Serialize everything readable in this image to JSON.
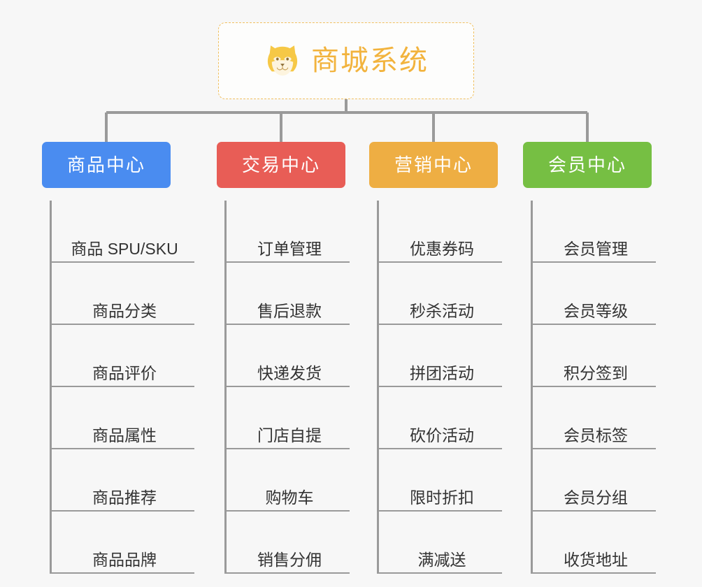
{
  "root": {
    "title": "商城系统",
    "icon": "shiba-dog-face-icon",
    "accent_color": "#f2b33d",
    "border_color": "#f0c060"
  },
  "canvas": {
    "background_color": "#f7f7f7",
    "connector_color": "#9a9a9a"
  },
  "categories": [
    {
      "label": "商品中心",
      "color": "#4a8cf0",
      "items": [
        "商品 SPU/SKU",
        "商品分类",
        "商品评价",
        "商品属性",
        "商品推荐",
        "商品品牌"
      ]
    },
    {
      "label": "交易中心",
      "color": "#e85d56",
      "items": [
        "订单管理",
        "售后退款",
        "快递发货",
        "门店自提",
        "购物车",
        "销售分佣"
      ]
    },
    {
      "label": "营销中心",
      "color": "#eeae43",
      "items": [
        "优惠券码",
        "秒杀活动",
        "拼团活动",
        "砍价活动",
        "限时折扣",
        "满减送"
      ]
    },
    {
      "label": "会员中心",
      "color": "#76bf43",
      "items": [
        "会员管理",
        "会员等级",
        "积分签到",
        "会员标签",
        "会员分组",
        "收货地址"
      ]
    }
  ]
}
